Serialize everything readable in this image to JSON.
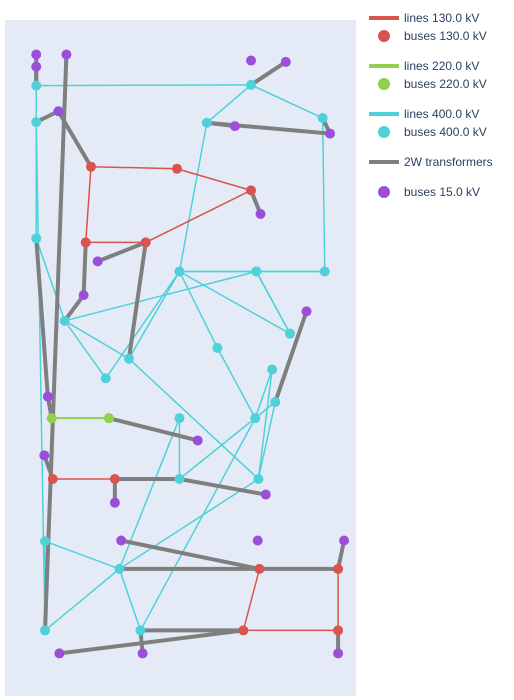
{
  "chart_data": {
    "type": "scatter",
    "grid": false,
    "legend_placement": "top-right",
    "legend": [
      {
        "label": "lines 130.0 kV",
        "kind": "line",
        "color": "#d9534f"
      },
      {
        "label": "buses 130.0 kV",
        "kind": "marker",
        "color": "#d9534f"
      },
      {
        "label": "lines 220.0 kV",
        "kind": "line",
        "color": "#8fd14f"
      },
      {
        "label": "buses 220.0 kV",
        "kind": "marker",
        "color": "#8fd14f"
      },
      {
        "label": "lines 400.0 kV",
        "kind": "line",
        "color": "#4fd1d9"
      },
      {
        "label": "buses 400.0 kV",
        "kind": "marker",
        "color": "#4fd1d9"
      },
      {
        "label": "2W transformers",
        "kind": "line",
        "color": "#7f7f7f"
      },
      {
        "label": "buses 15.0 kV",
        "kind": "marker",
        "color": "#9b4fd9"
      }
    ],
    "legend_groups": [
      [
        0,
        1
      ],
      [
        2,
        3
      ],
      [
        4,
        5
      ],
      [
        6
      ],
      [
        7
      ]
    ],
    "colors": {
      "kv130": "#d9534f",
      "kv220": "#8fd14f",
      "kv400": "#4fd1d9",
      "trafo": "#7f7f7f",
      "kv15": "#9b4fd9",
      "plot_bg": "#e5ebf6"
    },
    "xlim": [
      0,
      1000
    ],
    "ylim": [
      0,
      1000
    ],
    "buses": {
      "A1": {
        "v": "400",
        "x": 114,
        "y": 903
      },
      "A2": {
        "v": "400",
        "x": 386,
        "y": 903
      },
      "A3": {
        "v": "400",
        "x": 326,
        "y": 812
      },
      "A4": {
        "v": "400",
        "x": 114,
        "y": 771
      },
      "A5": {
        "v": "400",
        "x": 497,
        "y": 679
      },
      "A6": {
        "v": "400",
        "x": 722,
        "y": 679
      },
      "A7": {
        "v": "400",
        "x": 497,
        "y": 589
      },
      "A8": {
        "v": "400",
        "x": 713,
        "y": 589
      },
      "A9": {
        "v": "400",
        "x": 770,
        "y": 565
      },
      "A10": {
        "v": "400",
        "x": 287,
        "y": 530
      },
      "A11": {
        "v": "400",
        "x": 761,
        "y": 517
      },
      "A12": {
        "v": "400",
        "x": 353,
        "y": 501
      },
      "A13": {
        "v": "400",
        "x": 605,
        "y": 485
      },
      "A14": {
        "v": "400",
        "x": 812,
        "y": 464
      },
      "A15": {
        "v": "400",
        "x": 170,
        "y": 445
      },
      "A16": {
        "v": "400",
        "x": 497,
        "y": 372
      },
      "A17": {
        "v": "400",
        "x": 716,
        "y": 372
      },
      "A18": {
        "v": "400",
        "x": 911,
        "y": 372
      },
      "A19": {
        "v": "400",
        "x": 89,
        "y": 323
      },
      "A20": {
        "v": "400",
        "x": 575,
        "y": 152
      },
      "A21": {
        "v": "400",
        "x": 905,
        "y": 145
      },
      "A22": {
        "v": "400",
        "x": 89,
        "y": 151
      },
      "A23": {
        "v": "400",
        "x": 89,
        "y": 97
      },
      "A24": {
        "v": "400",
        "x": 701,
        "y": 96
      },
      "R1": {
        "v": "130",
        "x": 679,
        "y": 903
      },
      "R2": {
        "v": "130",
        "x": 949,
        "y": 903
      },
      "R3": {
        "v": "130",
        "x": 725,
        "y": 812
      },
      "R4": {
        "v": "130",
        "x": 949,
        "y": 812
      },
      "R5": {
        "v": "130",
        "x": 136,
        "y": 679
      },
      "R6": {
        "v": "130",
        "x": 313,
        "y": 679
      },
      "R7": {
        "v": "130",
        "x": 230,
        "y": 329
      },
      "R8": {
        "v": "130",
        "x": 401,
        "y": 329
      },
      "R9": {
        "v": "130",
        "x": 701,
        "y": 252
      },
      "R10": {
        "v": "130",
        "x": 245,
        "y": 217
      },
      "R11": {
        "v": "130",
        "x": 490,
        "y": 220
      },
      "G1": {
        "v": "220",
        "x": 133,
        "y": 589
      },
      "G2": {
        "v": "220",
        "x": 296,
        "y": 589
      },
      "P1": {
        "v": "15",
        "x": 155,
        "y": 937
      },
      "P2": {
        "v": "15",
        "x": 392,
        "y": 937
      },
      "P3": {
        "v": "15",
        "x": 949,
        "y": 937
      },
      "P4": {
        "v": "15",
        "x": 331,
        "y": 770
      },
      "P5": {
        "v": "15",
        "x": 720,
        "y": 770
      },
      "P6": {
        "v": "15",
        "x": 966,
        "y": 770
      },
      "P7": {
        "v": "15",
        "x": 743,
        "y": 702
      },
      "P8": {
        "v": "15",
        "x": 313,
        "y": 714
      },
      "P9": {
        "v": "15",
        "x": 112,
        "y": 644
      },
      "P10": {
        "v": "15",
        "x": 549,
        "y": 622
      },
      "P11": {
        "v": "15",
        "x": 122,
        "y": 557
      },
      "P12": {
        "v": "15",
        "x": 224,
        "y": 407
      },
      "P13": {
        "v": "15",
        "x": 859,
        "y": 431
      },
      "P14": {
        "v": "15",
        "x": 264,
        "y": 357
      },
      "P15": {
        "v": "15",
        "x": 728,
        "y": 287
      },
      "P16": {
        "v": "15",
        "x": 152,
        "y": 135
      },
      "P17": {
        "v": "15",
        "x": 655,
        "y": 157
      },
      "P18": {
        "v": "15",
        "x": 926,
        "y": 168
      },
      "P19": {
        "v": "15",
        "x": 89,
        "y": 69
      },
      "P20": {
        "v": "15",
        "x": 89,
        "y": 51
      },
      "P21": {
        "v": "15",
        "x": 175,
        "y": 51
      },
      "P22": {
        "v": "15",
        "x": 701,
        "y": 60
      },
      "P23": {
        "v": "15",
        "x": 800,
        "y": 62
      }
    },
    "lines": [
      [
        "A1",
        "A3"
      ],
      [
        "A1",
        "A4"
      ],
      [
        "A1",
        "A22"
      ],
      [
        "A3",
        "A4"
      ],
      [
        "A3",
        "A6"
      ],
      [
        "A3",
        "A7"
      ],
      [
        "A2",
        "A3"
      ],
      [
        "A2",
        "A8"
      ],
      [
        "A5",
        "A7"
      ],
      [
        "A5",
        "A9"
      ],
      [
        "A6",
        "A9"
      ],
      [
        "A6",
        "A11"
      ],
      [
        "A6",
        "A12"
      ],
      [
        "A8",
        "A9"
      ],
      [
        "A8",
        "A11"
      ],
      [
        "A8",
        "A13"
      ],
      [
        "A10",
        "A15"
      ],
      [
        "A10",
        "A16"
      ],
      [
        "A12",
        "A15"
      ],
      [
        "A12",
        "A16"
      ],
      [
        "A13",
        "A16"
      ],
      [
        "A14",
        "A16"
      ],
      [
        "A14",
        "A17"
      ],
      [
        "A15",
        "A19"
      ],
      [
        "A15",
        "A17"
      ],
      [
        "A16",
        "A17"
      ],
      [
        "A16",
        "A18"
      ],
      [
        "A16",
        "A20"
      ],
      [
        "A17",
        "A18"
      ],
      [
        "A17",
        "A14"
      ],
      [
        "A18",
        "A21"
      ],
      [
        "A19",
        "A22"
      ],
      [
        "A20",
        "A24"
      ],
      [
        "A23",
        "A24"
      ],
      [
        "A21",
        "A24"
      ],
      [
        "A23",
        "A22"
      ]
    ],
    "lines_130": [
      [
        "R1",
        "R2"
      ],
      [
        "R1",
        "R3"
      ],
      [
        "R2",
        "R4"
      ],
      [
        "R5",
        "R6"
      ],
      [
        "R7",
        "R8"
      ],
      [
        "R7",
        "R10"
      ],
      [
        "R8",
        "R9"
      ],
      [
        "R10",
        "R11"
      ],
      [
        "R11",
        "R9"
      ]
    ],
    "lines_220": [
      [
        "G1",
        "G2"
      ]
    ],
    "transformers": [
      [
        "A1",
        "P21"
      ],
      [
        "A3",
        "R4"
      ],
      [
        "A5",
        "P7"
      ],
      [
        "A5",
        "R6"
      ],
      [
        "A9",
        "P13"
      ],
      [
        "A20",
        "P17"
      ],
      [
        "A20",
        "P18"
      ],
      [
        "A23",
        "P19"
      ],
      [
        "A23",
        "P20"
      ],
      [
        "A24",
        "P23"
      ],
      [
        "A2",
        "P2"
      ],
      [
        "R1",
        "P1"
      ],
      [
        "R2",
        "P3"
      ],
      [
        "R3",
        "P4"
      ],
      [
        "R4",
        "P6"
      ],
      [
        "R5",
        "P9"
      ],
      [
        "R6",
        "P8"
      ],
      [
        "R7",
        "P12"
      ],
      [
        "R8",
        "P14"
      ],
      [
        "R9",
        "P15"
      ],
      [
        "R10",
        "P16"
      ],
      [
        "G1",
        "P11"
      ],
      [
        "G2",
        "P10"
      ],
      [
        "A19",
        "P11"
      ],
      [
        "A15",
        "P12"
      ],
      [
        "A21",
        "P18"
      ],
      [
        "A22",
        "P16"
      ],
      [
        "A12",
        "R8"
      ],
      [
        "A2",
        "R1"
      ]
    ]
  }
}
